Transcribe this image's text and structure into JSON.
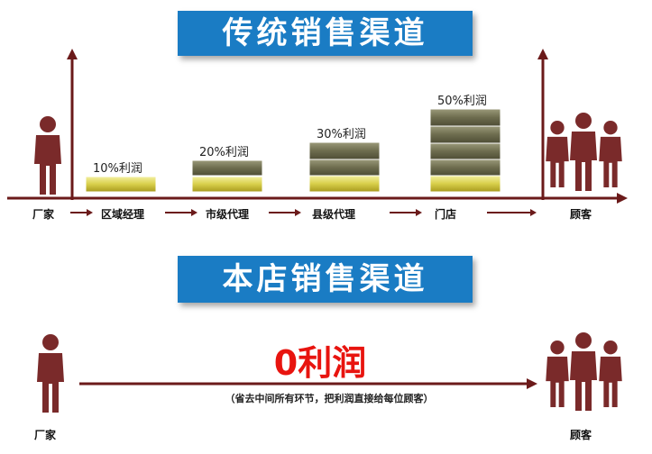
{
  "traditional": {
    "title": "传统销售渠道",
    "stages": [
      {
        "label": "厂家"
      },
      {
        "label": "区域经理",
        "profit": "10%利润"
      },
      {
        "label": "市级代理",
        "profit": "20%利润"
      },
      {
        "label": "县级代理",
        "profit": "30%利润"
      },
      {
        "label": "门店",
        "profit": "50%利润"
      },
      {
        "label": "顾客"
      }
    ]
  },
  "store": {
    "title": "本店销售渠道",
    "profit": "0利润",
    "note": "（省去中间所有环节，把利润直接给每位顾客）",
    "left_label": "厂家",
    "right_label": "顾客"
  },
  "colors": {
    "banner": "#1a7cc4",
    "arrow": "#6b1a1a",
    "person": "#7a2a2a",
    "zero_profit": "#e8140f"
  }
}
